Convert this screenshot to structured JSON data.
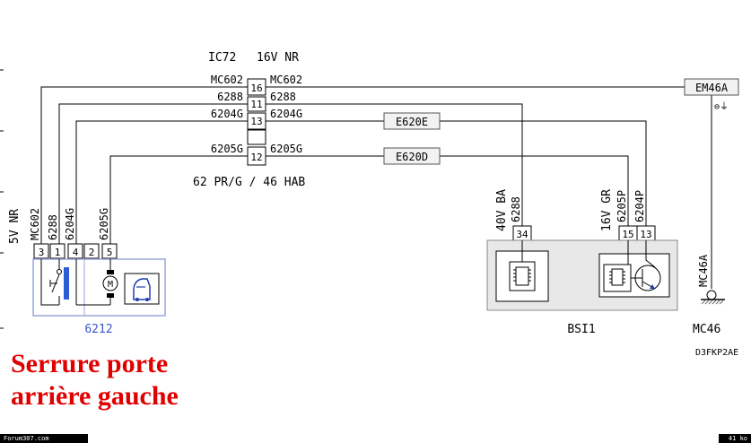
{
  "header": {
    "connector": "IC72",
    "connector_spec": "16V NR"
  },
  "wires_top": [
    {
      "left": "MC602",
      "pin": "16",
      "right": "MC602"
    },
    {
      "left": "6288",
      "pin": "11",
      "right": "6288"
    },
    {
      "left": "6204G",
      "pin": "13",
      "right": "6204G"
    },
    {
      "left": "6205G",
      "pin": "12",
      "right": "6205G"
    }
  ],
  "harness_label": "62 PR/G / 46 HAB",
  "splices": {
    "e620e": "E620E",
    "e620d": "E620D"
  },
  "ground_connector": {
    "label": "EM46A",
    "symbol": "⊖⏚",
    "wire": "MC46A",
    "ground": "MC46"
  },
  "component_6212": {
    "connector": "5V NR",
    "wire_labels": [
      "MC602",
      "6288",
      "6204G",
      "6205G"
    ],
    "pins": [
      "3",
      "1",
      "4",
      "2",
      "5"
    ],
    "name": "6212",
    "motor_symbol": "M"
  },
  "bsi": {
    "left_connector": "40V BA",
    "left_wire": "6288",
    "left_pin": "34",
    "right_connector": "16V GR",
    "right_wires": [
      "6205P",
      "6204P"
    ],
    "right_pins": [
      "15",
      "13"
    ],
    "name": "BSI1"
  },
  "diagram_ref": "D3FKP2AE",
  "caption": {
    "line1": "Serrure porte",
    "line2": "arrière gauche"
  },
  "footer": {
    "left": "Forum307.com",
    "right": "41 ko"
  }
}
